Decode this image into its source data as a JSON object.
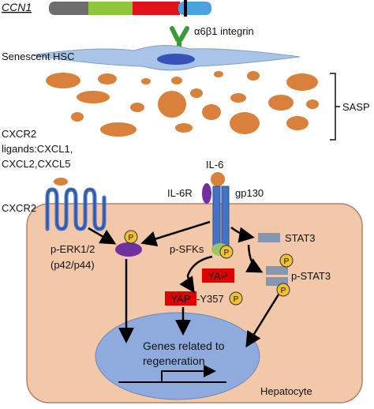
{
  "gene": {
    "name": "CCN1",
    "domain_colors": [
      "#6d6d6d",
      "#8cc63f",
      "#e3121a",
      "#4aa3df"
    ]
  },
  "labels": {
    "integrin": "α6β1 integrin",
    "senescent_hsc": "Senescent HSC",
    "sasp": "SASP",
    "cxcr2_ligands_line1": "CXCR2",
    "cxcr2_ligands_line2": "ligands:CXCL1,",
    "cxcr2_ligands_line3": "CXCL2,CXCL5",
    "cxcr2": "CXCR2",
    "il6": "IL-6",
    "il6r": "IL-6R",
    "gp130": "gp130",
    "p_erk_line1": "p-ERK1/2",
    "p_erk_line2": "(p42/p44)",
    "p_sfks": "p-SFKs",
    "stat3": "STAT3",
    "p_stat3": "p-STAT3",
    "yap": "YAP",
    "yap_y357": "YAP",
    "y357_suffix": "-Y357",
    "phospho": "P",
    "genes_line1": "Genes related to",
    "genes_line2": "regeneration",
    "hepatocyte": "Hepatocyte"
  },
  "colors": {
    "cell_fill": "#f3c8a8",
    "cell_stroke": "#b0826a",
    "nucleus_fill": "#8faadc",
    "receptor_blue": "#4472c4",
    "sasp_orange": "#d9813a",
    "yap_red": "#e00000",
    "erk_purple": "#7030a0",
    "phospho_yellow": "#f2c12e",
    "stat_gray": "#8497b0",
    "hsc_blue": "#a9c4e6",
    "integrin_green": "#3a9a3a"
  }
}
